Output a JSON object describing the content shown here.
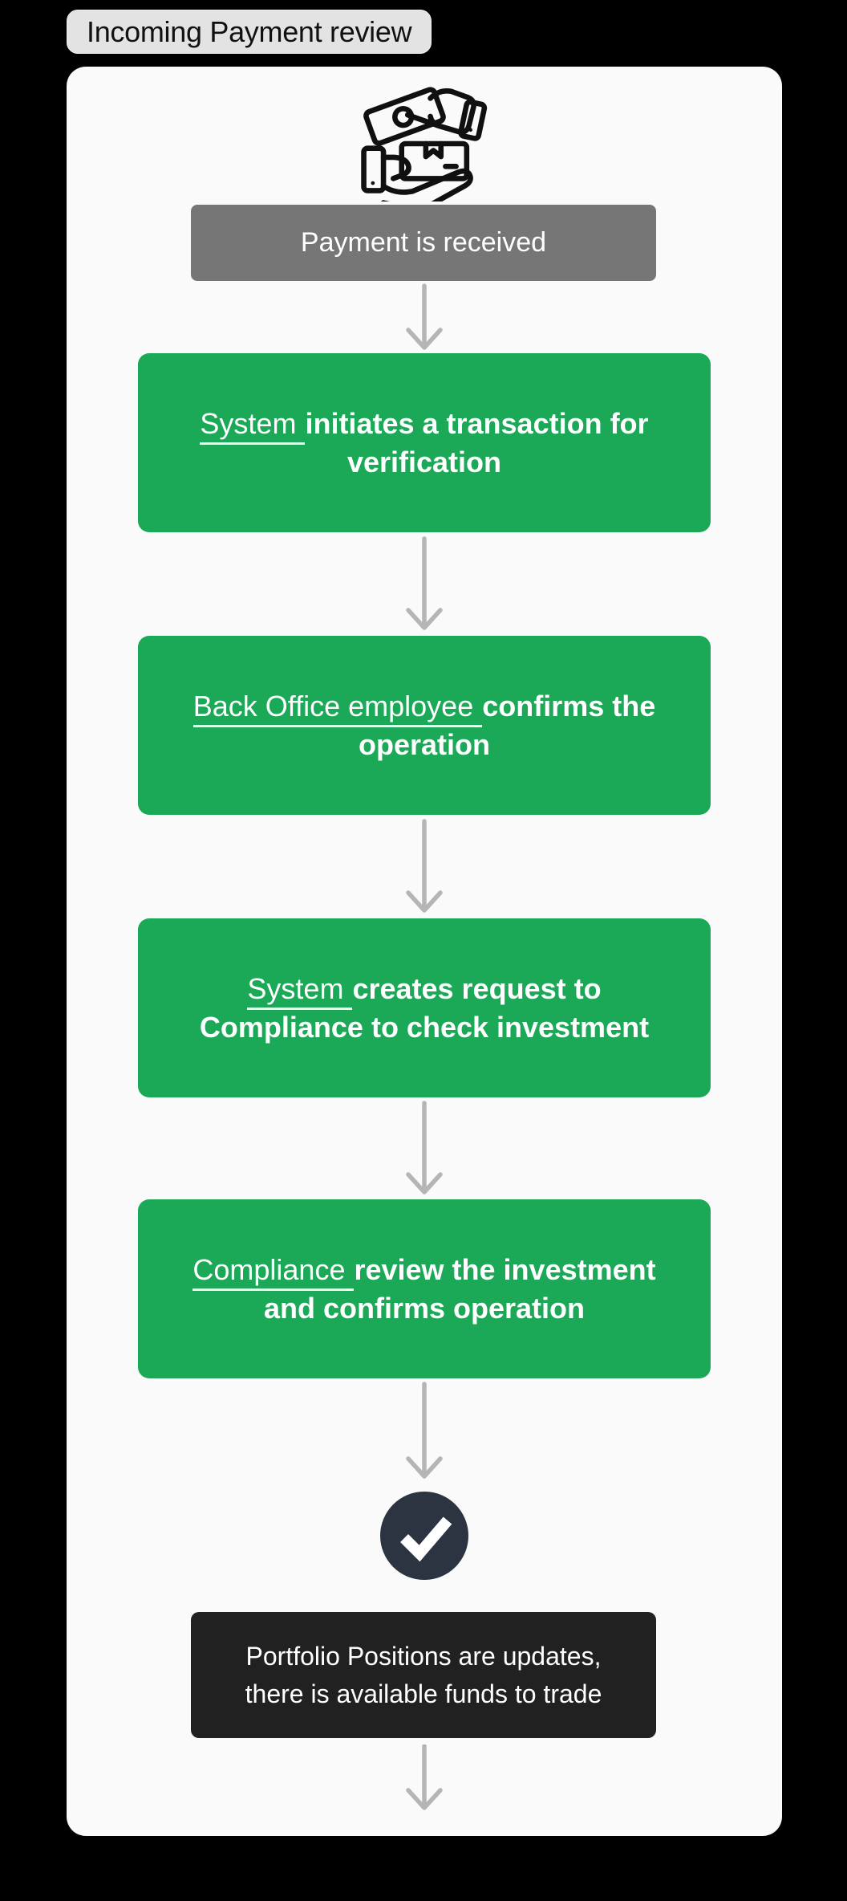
{
  "title_tab": {
    "label": "Incoming Payment review"
  },
  "colors": {
    "green": "#1ba857",
    "gray-box": "#767676",
    "dark-box": "#212121",
    "circle": "#2b3440",
    "arrow": "#b5b5b5",
    "card": "#fafafa",
    "tab": "#e3e3e3"
  },
  "icons": {
    "header": "hands-exchange-payment-icon",
    "connector": "arrow-down-icon",
    "success": "check-circle-icon"
  },
  "flow": {
    "start_label": "Payment is received",
    "steps": [
      {
        "actor": "System",
        "action": "initiates a transaction for verification"
      },
      {
        "actor": "Back Office employee",
        "action": "confirms the operation"
      },
      {
        "actor": "System",
        "action": "creates request to Compliance to check investment"
      },
      {
        "actor": "Compliance",
        "action": "review the investment and confirms operation"
      }
    ],
    "result_label": "Portfolio Positions are updates, there is available funds to trade"
  }
}
